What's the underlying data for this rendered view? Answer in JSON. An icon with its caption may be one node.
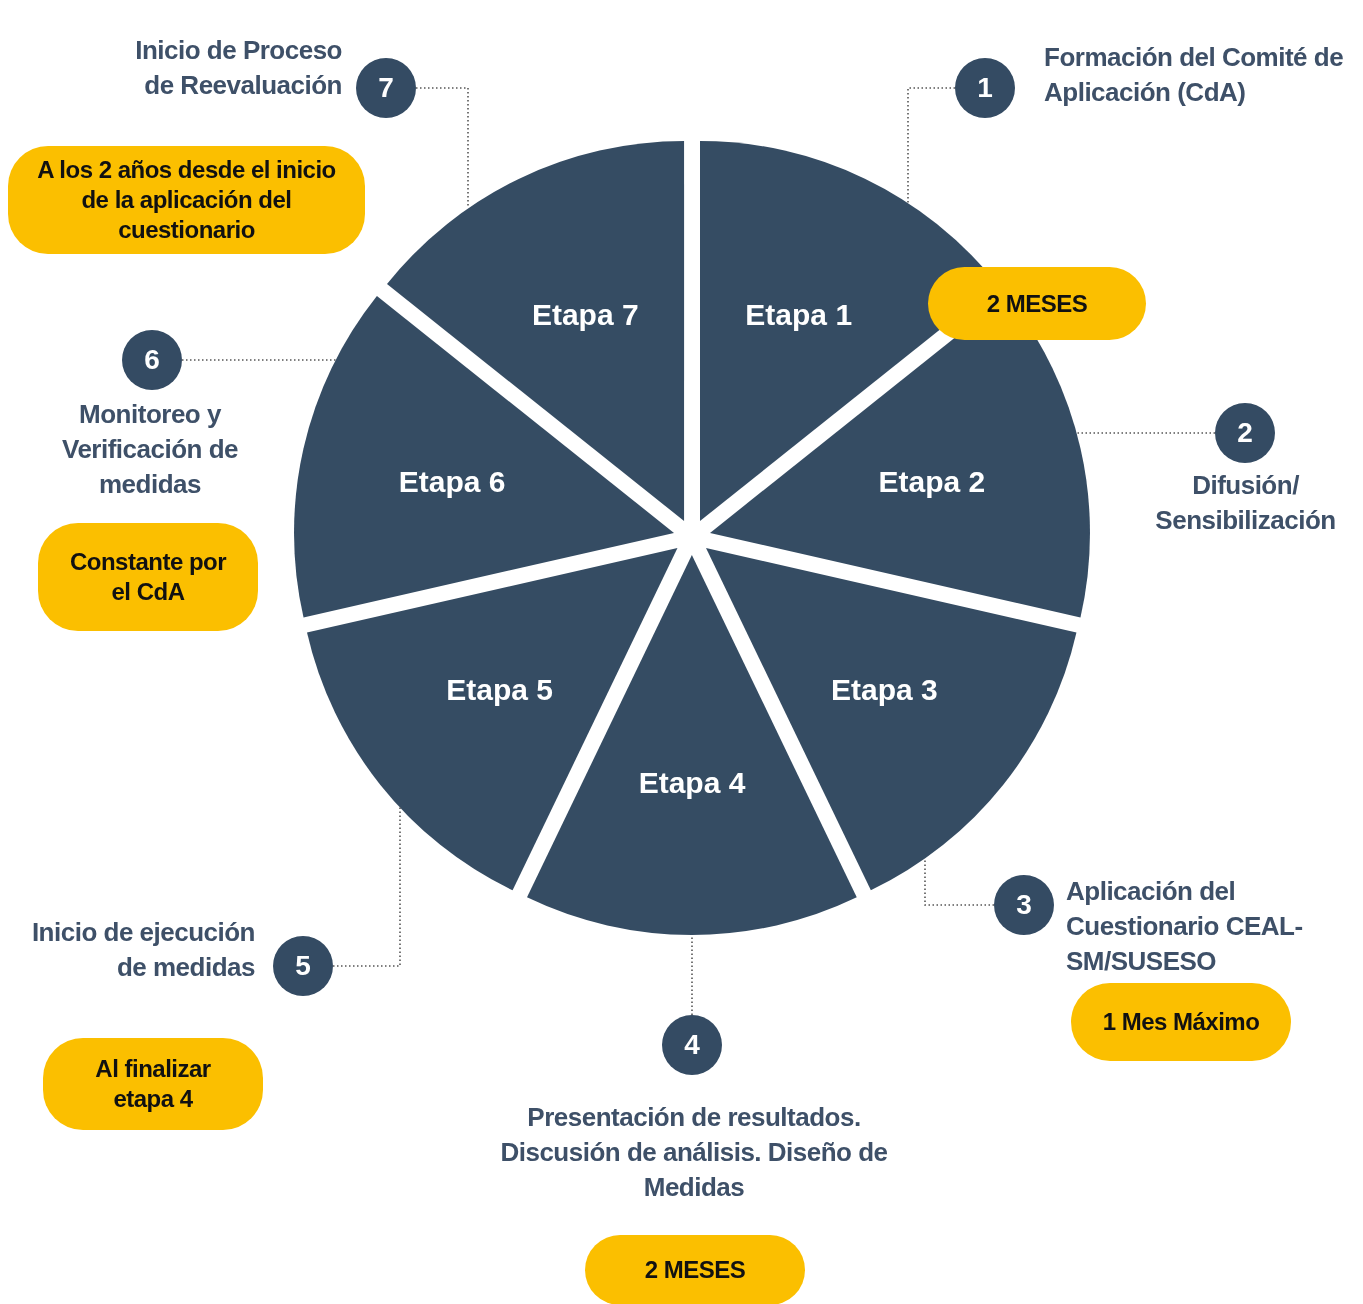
{
  "diagram": {
    "nodes": [
      {
        "text": [
          "Etapa 1"
        ]
      },
      {
        "text": [
          "Etapa 2"
        ]
      },
      {
        "text": [
          "Etapa 3"
        ]
      },
      {
        "text": [
          "Etapa 4"
        ]
      },
      {
        "text": [
          "Etapa 5"
        ]
      },
      {
        "text": [
          "Etapa 6"
        ]
      },
      {
        "text": [
          "Etapa 7"
        ]
      },
      {
        "text": [
          "1"
        ],
        "beside": [
          "Formación del Comité de Aplicación (CdA)"
        ]
      },
      {
        "text": [
          "2"
        ],
        "beside": [
          "Difusión/ Sensibilización"
        ]
      },
      {
        "text": [
          "3"
        ],
        "beside": [
          "Aplicación del Cuestionario CEAL-SM/SUSESO"
        ]
      },
      {
        "text": [
          "4"
        ],
        "beside": [
          "Presentación de resultados. Discusión de análisis. Diseño de Medidas"
        ]
      },
      {
        "text": [
          "5"
        ],
        "beside": [
          "Inicio de ejecución de medidas"
        ]
      },
      {
        "text": [
          "6"
        ],
        "beside": [
          "Monitoreo y Verificación de medidas"
        ]
      },
      {
        "text": [
          "7"
        ],
        "beside": [
          "Inicio de Proceso de Reevaluación"
        ]
      },
      {
        "text": [
          "2 MESES"
        ]
      },
      {
        "text": [
          "1 Mes Máximo"
        ]
      },
      {
        "text": [
          "2 MESES"
        ]
      },
      {
        "text": [
          "Al finalizar etapa 4"
        ]
      },
      {
        "text": [
          "Constante por el CdA"
        ]
      },
      {
        "text": [
          "A los 2 años desde el inicio de la aplicación del cuestionario"
        ]
      }
    ],
    "edges": [
      {
        "from": 7,
        "to": 0,
        "arrow": "none",
        "style": "dashed"
      },
      {
        "from": 8,
        "to": 1,
        "arrow": "none",
        "style": "dashed"
      },
      {
        "from": 9,
        "to": 2,
        "arrow": "none",
        "style": "dashed"
      },
      {
        "from": 10,
        "to": 3,
        "arrow": "none",
        "style": "dashed"
      },
      {
        "from": 11,
        "to": 4,
        "arrow": "none",
        "style": "dashed"
      },
      {
        "from": 12,
        "to": 5,
        "arrow": "none",
        "style": "dashed"
      },
      {
        "from": 13,
        "to": 6,
        "arrow": "none",
        "style": "dashed"
      }
    ]
  }
}
